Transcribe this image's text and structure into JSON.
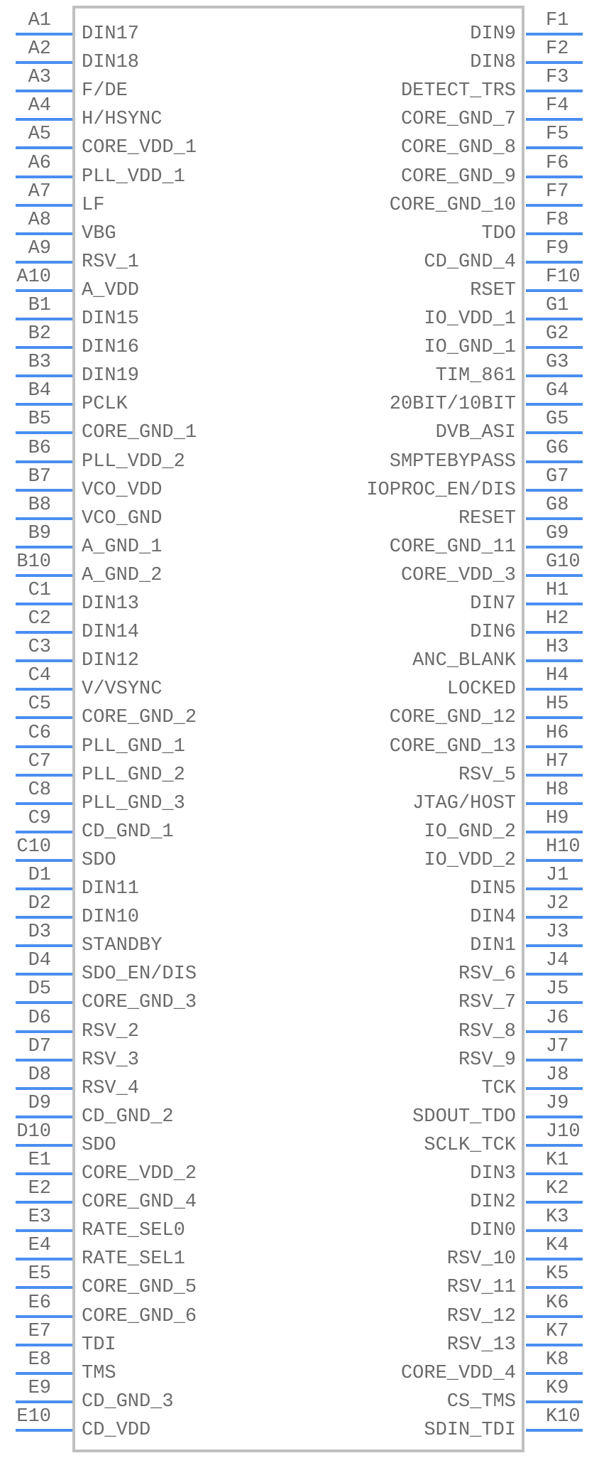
{
  "diagram": {
    "type": "ic-schematic-symbol",
    "colors": {
      "pin_line": "#4a8ef0",
      "body_outline": "#c0c0c0",
      "text": "#6b6b6b"
    },
    "left_pins": [
      {
        "number": "A1",
        "name": "DIN17"
      },
      {
        "number": "A2",
        "name": "DIN18"
      },
      {
        "number": "A3",
        "name": "F/DE"
      },
      {
        "number": "A4",
        "name": "H/HSYNC"
      },
      {
        "number": "A5",
        "name": "CORE_VDD_1"
      },
      {
        "number": "A6",
        "name": "PLL_VDD_1"
      },
      {
        "number": "A7",
        "name": "LF"
      },
      {
        "number": "A8",
        "name": "VBG"
      },
      {
        "number": "A9",
        "name": "RSV_1"
      },
      {
        "number": "A10",
        "name": "A_VDD"
      },
      {
        "number": "B1",
        "name": "DIN15"
      },
      {
        "number": "B2",
        "name": "DIN16"
      },
      {
        "number": "B3",
        "name": "DIN19"
      },
      {
        "number": "B4",
        "name": "PCLK"
      },
      {
        "number": "B5",
        "name": "CORE_GND_1"
      },
      {
        "number": "B6",
        "name": "PLL_VDD_2"
      },
      {
        "number": "B7",
        "name": "VCO_VDD"
      },
      {
        "number": "B8",
        "name": "VCO_GND"
      },
      {
        "number": "B9",
        "name": "A_GND_1"
      },
      {
        "number": "B10",
        "name": "A_GND_2"
      },
      {
        "number": "C1",
        "name": "DIN13"
      },
      {
        "number": "C2",
        "name": "DIN14"
      },
      {
        "number": "C3",
        "name": "DIN12"
      },
      {
        "number": "C4",
        "name": "V/VSYNC"
      },
      {
        "number": "C5",
        "name": "CORE_GND_2"
      },
      {
        "number": "C6",
        "name": "PLL_GND_1"
      },
      {
        "number": "C7",
        "name": "PLL_GND_2"
      },
      {
        "number": "C8",
        "name": "PLL_GND_3"
      },
      {
        "number": "C9",
        "name": "CD_GND_1"
      },
      {
        "number": "C10",
        "name": "SDO"
      },
      {
        "number": "D1",
        "name": "DIN11"
      },
      {
        "number": "D2",
        "name": "DIN10"
      },
      {
        "number": "D3",
        "name": "STANDBY"
      },
      {
        "number": "D4",
        "name": "SDO_EN/DIS"
      },
      {
        "number": "D5",
        "name": "CORE_GND_3"
      },
      {
        "number": "D6",
        "name": "RSV_2"
      },
      {
        "number": "D7",
        "name": "RSV_3"
      },
      {
        "number": "D8",
        "name": "RSV_4"
      },
      {
        "number": "D9",
        "name": "CD_GND_2"
      },
      {
        "number": "D10",
        "name": "SDO"
      },
      {
        "number": "E1",
        "name": "CORE_VDD_2"
      },
      {
        "number": "E2",
        "name": "CORE_GND_4"
      },
      {
        "number": "E3",
        "name": "RATE_SEL0"
      },
      {
        "number": "E4",
        "name": "RATE_SEL1"
      },
      {
        "number": "E5",
        "name": "CORE_GND_5"
      },
      {
        "number": "E6",
        "name": "CORE_GND_6"
      },
      {
        "number": "E7",
        "name": "TDI"
      },
      {
        "number": "E8",
        "name": "TMS"
      },
      {
        "number": "E9",
        "name": "CD_GND_3"
      },
      {
        "number": "E10",
        "name": "CD_VDD"
      }
    ],
    "right_pins": [
      {
        "number": "F1",
        "name": "DIN9"
      },
      {
        "number": "F2",
        "name": "DIN8"
      },
      {
        "number": "F3",
        "name": "DETECT_TRS"
      },
      {
        "number": "F4",
        "name": "CORE_GND_7"
      },
      {
        "number": "F5",
        "name": "CORE_GND_8"
      },
      {
        "number": "F6",
        "name": "CORE_GND_9"
      },
      {
        "number": "F7",
        "name": "CORE_GND_10"
      },
      {
        "number": "F8",
        "name": "TDO"
      },
      {
        "number": "F9",
        "name": "CD_GND_4"
      },
      {
        "number": "F10",
        "name": "RSET"
      },
      {
        "number": "G1",
        "name": "IO_VDD_1"
      },
      {
        "number": "G2",
        "name": "IO_GND_1"
      },
      {
        "number": "G3",
        "name": "TIM_861"
      },
      {
        "number": "G4",
        "name": "20BIT/10BIT"
      },
      {
        "number": "G5",
        "name": "DVB_ASI"
      },
      {
        "number": "G6",
        "name": "SMPTEBYPASS"
      },
      {
        "number": "G7",
        "name": "IOPROC_EN/DIS"
      },
      {
        "number": "G8",
        "name": "RESET"
      },
      {
        "number": "G9",
        "name": "CORE_GND_11"
      },
      {
        "number": "G10",
        "name": "CORE_VDD_3"
      },
      {
        "number": "H1",
        "name": "DIN7"
      },
      {
        "number": "H2",
        "name": "DIN6"
      },
      {
        "number": "H3",
        "name": "ANC_BLANK"
      },
      {
        "number": "H4",
        "name": "LOCKED"
      },
      {
        "number": "H5",
        "name": "CORE_GND_12"
      },
      {
        "number": "H6",
        "name": "CORE_GND_13"
      },
      {
        "number": "H7",
        "name": "RSV_5"
      },
      {
        "number": "H8",
        "name": "JTAG/HOST"
      },
      {
        "number": "H9",
        "name": "IO_GND_2"
      },
      {
        "number": "H10",
        "name": "IO_VDD_2"
      },
      {
        "number": "J1",
        "name": "DIN5"
      },
      {
        "number": "J2",
        "name": "DIN4"
      },
      {
        "number": "J3",
        "name": "DIN1"
      },
      {
        "number": "J4",
        "name": "RSV_6"
      },
      {
        "number": "J5",
        "name": "RSV_7"
      },
      {
        "number": "J6",
        "name": "RSV_8"
      },
      {
        "number": "J7",
        "name": "RSV_9"
      },
      {
        "number": "J8",
        "name": "TCK"
      },
      {
        "number": "J9",
        "name": "SDOUT_TDO"
      },
      {
        "number": "J10",
        "name": "SCLK_TCK"
      },
      {
        "number": "K1",
        "name": "DIN3"
      },
      {
        "number": "K2",
        "name": "DIN2"
      },
      {
        "number": "K3",
        "name": "DIN0"
      },
      {
        "number": "K4",
        "name": "RSV_10"
      },
      {
        "number": "K5",
        "name": "RSV_11"
      },
      {
        "number": "K6",
        "name": "RSV_12"
      },
      {
        "number": "K7",
        "name": "RSV_13"
      },
      {
        "number": "K8",
        "name": "CORE_VDD_4"
      },
      {
        "number": "K9",
        "name": "CS_TMS"
      },
      {
        "number": "K10",
        "name": "SDIN_TDI"
      }
    ]
  }
}
